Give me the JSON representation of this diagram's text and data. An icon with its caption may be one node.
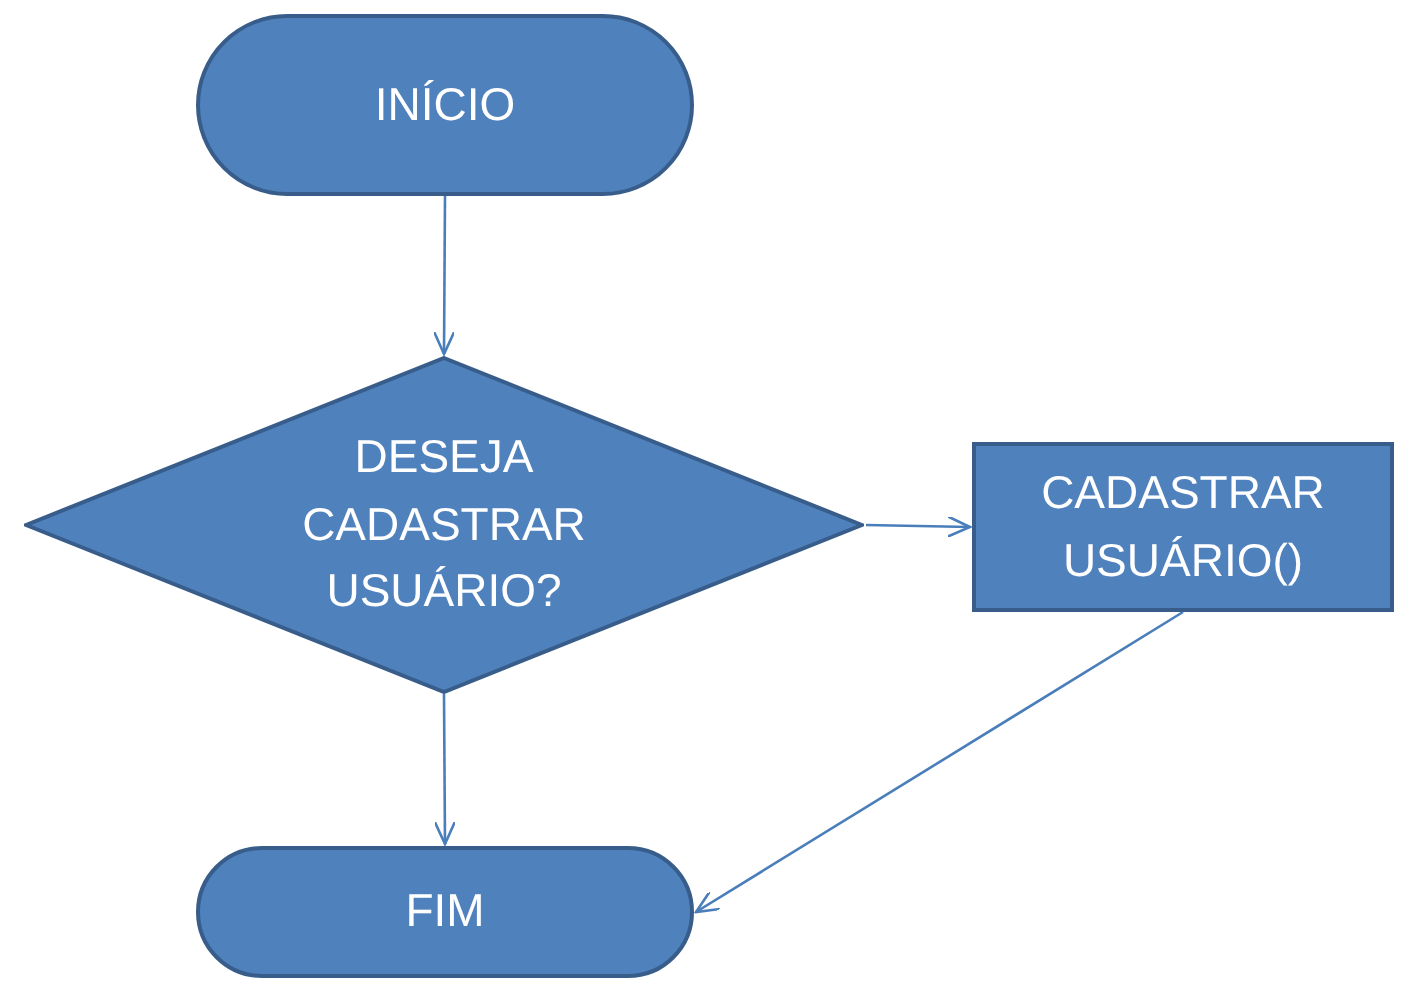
{
  "diagram": {
    "nodes": [
      {
        "text": [
          "INÍCIO"
        ]
      },
      {
        "text": [
          "DESEJA CADASTRAR USUÁRIO?"
        ]
      },
      {
        "text": [
          "CADASTRAR USUÁRIO()"
        ]
      },
      {
        "text": [
          "FIM"
        ]
      }
    ],
    "edges": [
      {
        "from": 0,
        "to": 1,
        "arrow": "to"
      },
      {
        "from": 1,
        "to": 2,
        "arrow": "to"
      },
      {
        "from": 1,
        "to": 3,
        "arrow": "to"
      },
      {
        "from": 2,
        "to": 3,
        "arrow": "to"
      }
    ]
  }
}
